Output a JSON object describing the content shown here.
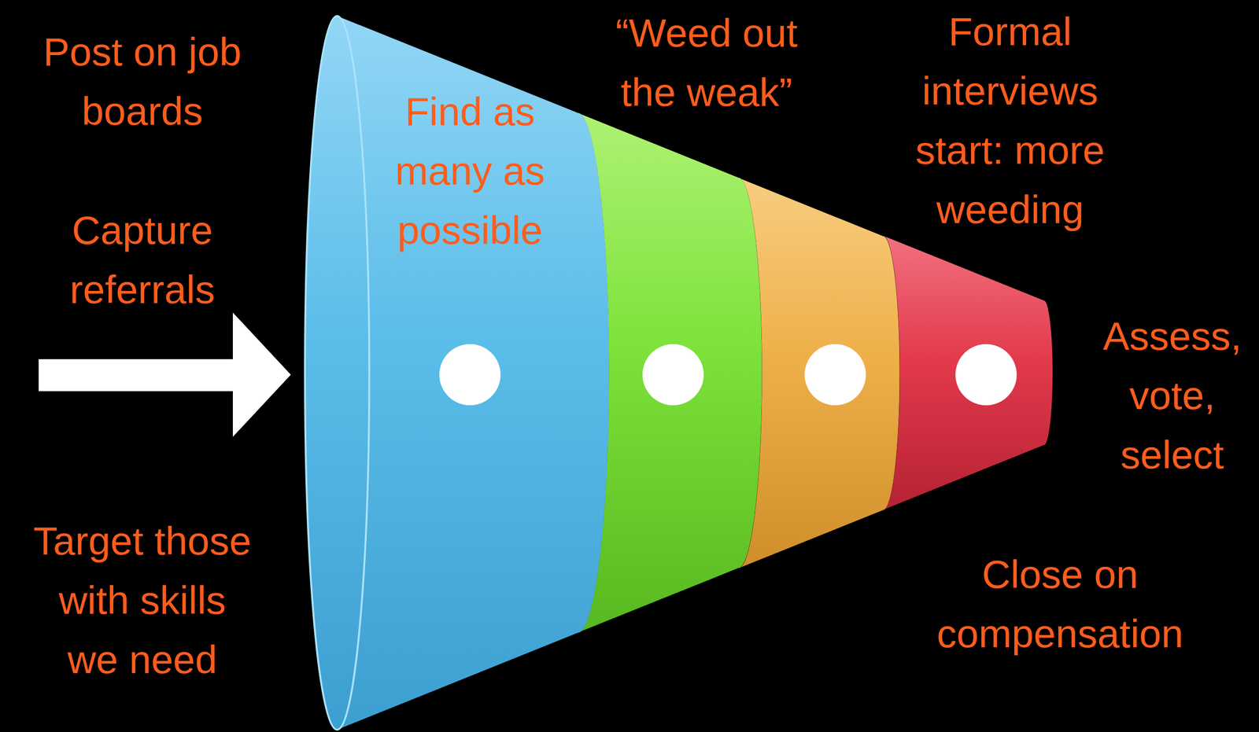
{
  "diagram": {
    "nodes": [
      {
        "text": [
          "Find as many as possible"
        ]
      },
      {
        "text": [
          "“Weed out the weak”"
        ]
      },
      {
        "text": [
          "Formal interviews start: more weeding"
        ]
      },
      {
        "text": [
          "Assess, vote, select"
        ]
      }
    ],
    "labels": [
      "Post on job boards",
      "Capture referrals",
      "Target those with skills we need",
      "Close on compensation"
    ]
  }
}
